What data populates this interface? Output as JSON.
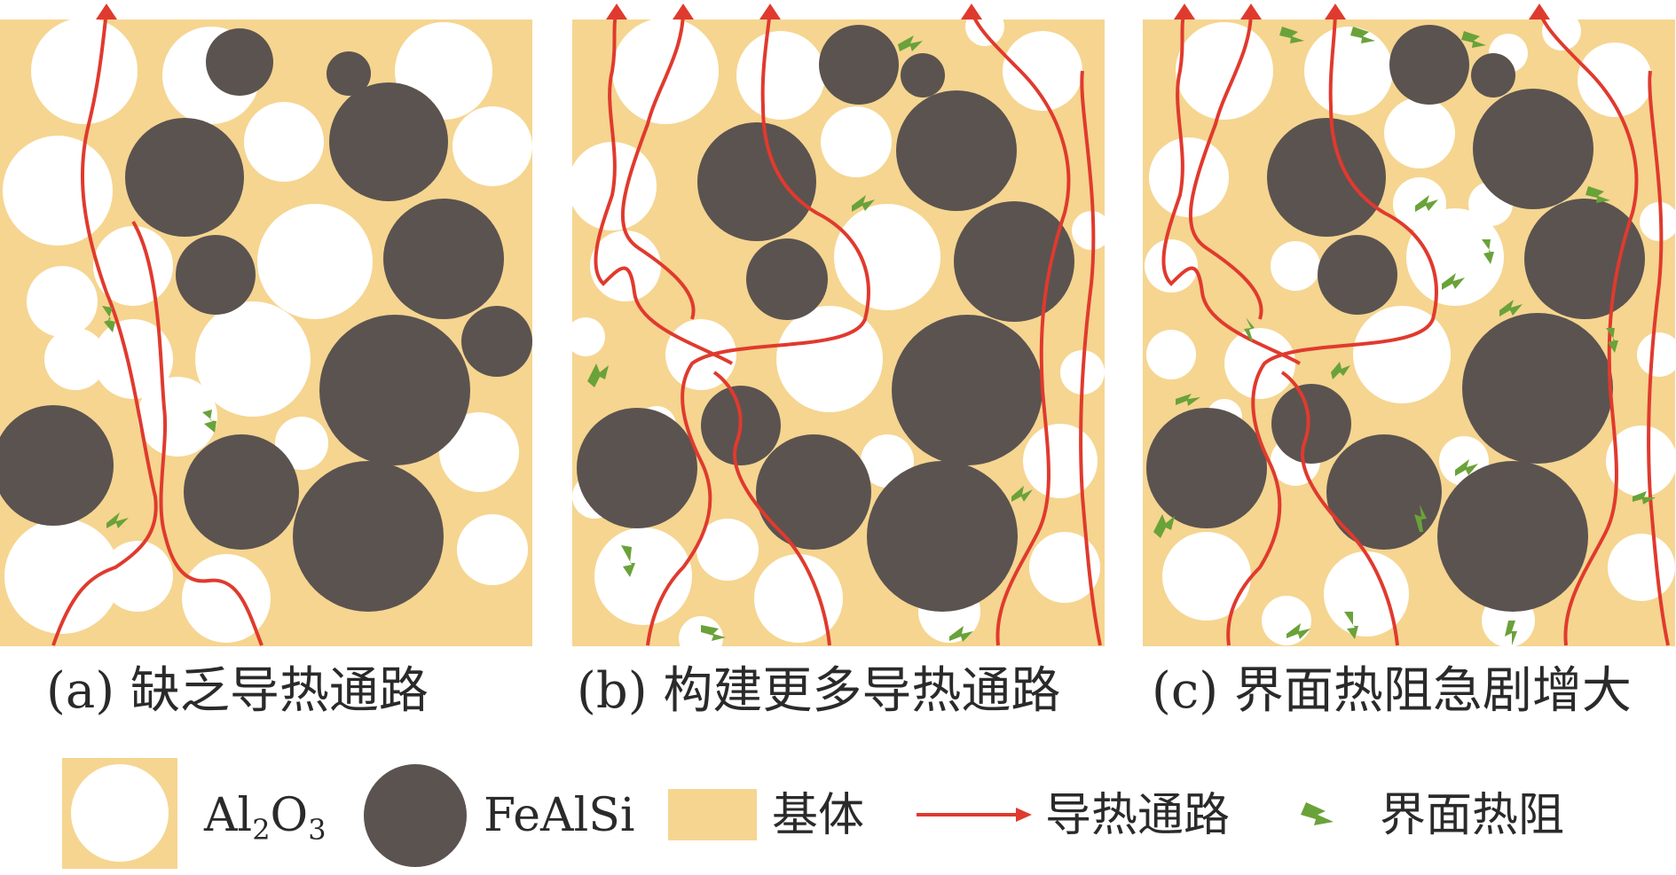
{
  "colors": {
    "matrix": "#f5d590",
    "al2o3": "#ffffff",
    "fealsi": "#5b5350",
    "path": "#e03a2e",
    "resistance": "#6aa23a"
  },
  "panels": [
    {
      "id": "a",
      "caption": "(a) 缺乏导热通路"
    },
    {
      "id": "b",
      "caption": "(b) 构建更多导热通路"
    },
    {
      "id": "c",
      "caption": "(c) 界面热阻急剧增大"
    }
  ],
  "legend": {
    "al2o3_main": "Al",
    "al2o3_sub1": "2",
    "al2o3_mid": "O",
    "al2o3_sub2": "3",
    "fealsi": "FeAlSi",
    "matrix": "基体",
    "path": "导热通路",
    "resistance": "界面热阻"
  }
}
